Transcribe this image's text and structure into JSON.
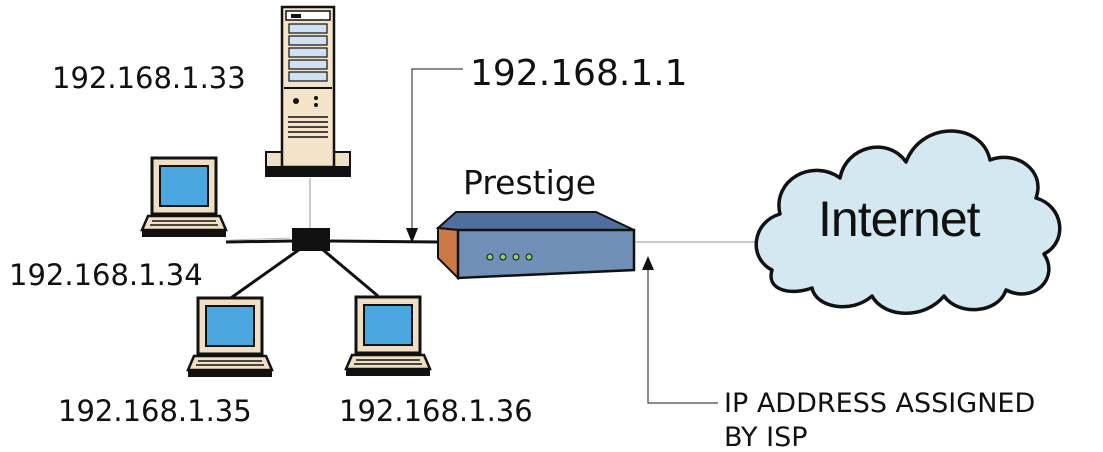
{
  "labels": {
    "server_ip": "192.168.1.33",
    "router_ip": "192.168.1.1",
    "router_name": "Prestige",
    "pc_left_ip": "192.168.1.34",
    "pc_bottom_left_ip": "192.168.1.35",
    "pc_bottom_right_ip": "192.168.1.36",
    "cloud_label": "Internet",
    "isp_note_line1": "IP ADDRESS ASSIGNED",
    "isp_note_line2": "BY ISP"
  },
  "colors": {
    "screen": "#4aa7df",
    "monitor_beige": "#efdfc4",
    "router_front": "#7090b8",
    "router_top": "#4f6f9f",
    "router_side": "#cc7a45",
    "cloud_fill": "#d4e8f2",
    "line": "#111111",
    "leader": "#444444"
  },
  "icons": [
    "server-tower-icon",
    "laptop-icon",
    "network-hub-icon",
    "router-icon",
    "cloud-icon",
    "arrow-up-icon",
    "arrow-down-icon"
  ]
}
